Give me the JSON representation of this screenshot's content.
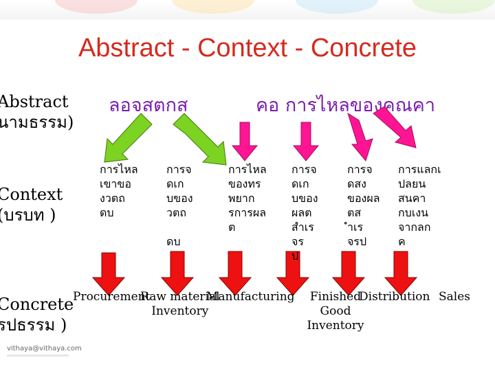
{
  "title": "Abstract  - Context  - Concrete",
  "left_labels": {
    "abstract": [
      "Abstract",
      "นามธรรม)"
    ],
    "context": [
      "Context",
      "(บรบท  )"
    ],
    "concrete": [
      "Concrete",
      "รปธรรม  )"
    ]
  },
  "abstract_row": {
    "left_phrase": "ลอจสตกส",
    "right_phrase": "คอ  การไหลของคณคา"
  },
  "context_cells": [
    "การไหล\nเขาขอ\nงวตถ\nดบ",
    "การจ\nดเก\nบของ\nวตถ\n\nดบ",
    "การไหล\nของทร\nพยาก\nรการผล\nต",
    "การจ\nดเก\nบของ\nผลต\nสำเร\nจร\nป",
    "การจ\nดสง\nของผล\nตส\nำเร\nจรป",
    "การแลกเ\nปลยน\nสนคา\nกบเงน\nจากลก\nค"
  ],
  "concrete_labels": [
    {
      "line1": "Procurement",
      "line2": ""
    },
    {
      "line1": "Raw material",
      "line2": "Inventory"
    },
    {
      "line1": "Manufacturing",
      "line2": ""
    },
    {
      "line1": "Finished",
      "line2": "Good Inventory"
    },
    {
      "line1": "Distribution",
      "line2": ""
    },
    {
      "line1": "Sales",
      "line2": ""
    }
  ],
  "footer": {
    "email": "vithaya@vithaya.com"
  },
  "colors": {
    "title": "#d42a1e",
    "green_arrow": "#7cd321",
    "pink_arrow": "#ff1493",
    "red_arrow": "#ee1111",
    "purple_text": "#7a1fb0"
  }
}
